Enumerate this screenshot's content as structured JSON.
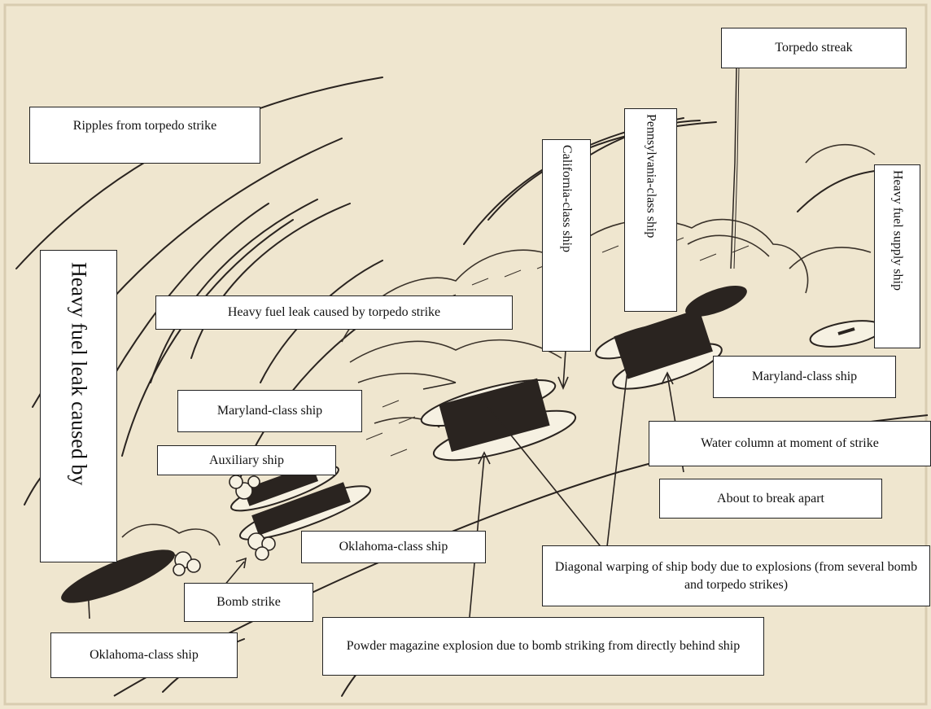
{
  "colors": {
    "paper": "#efe6cf",
    "ink": "#2a2420",
    "label_bg": "#ffffff"
  },
  "labels": {
    "torpedo_streak": "Torpedo streak",
    "ripples": "Ripples from torpedo strike",
    "pennsylvania": "Pennsylvania-class ship",
    "california": "California-class ship",
    "heavy_fuel_supply": "Heavy fuel supply ship",
    "heavy_fuel_leak_vertical": "Heavy fuel leak caused by",
    "heavy_fuel_leak": "Heavy fuel leak caused by torpedo strike",
    "maryland_left": "Maryland-class ship",
    "maryland_right": "Maryland-class ship",
    "auxiliary": "Auxiliary ship",
    "water_column": "Water column at moment of strike",
    "break_apart": "About to break apart",
    "oklahoma_mid": "Oklahoma-class ship",
    "diagonal_warping": "Diagonal warping of ship body due to explosions (from several bomb and torpedo strikes)",
    "bomb_strike": "Bomb strike",
    "powder_magazine": "Powder magazine explosion due to bomb striking from directly behind ship",
    "oklahoma_bottom": "Oklahoma-class ship"
  }
}
